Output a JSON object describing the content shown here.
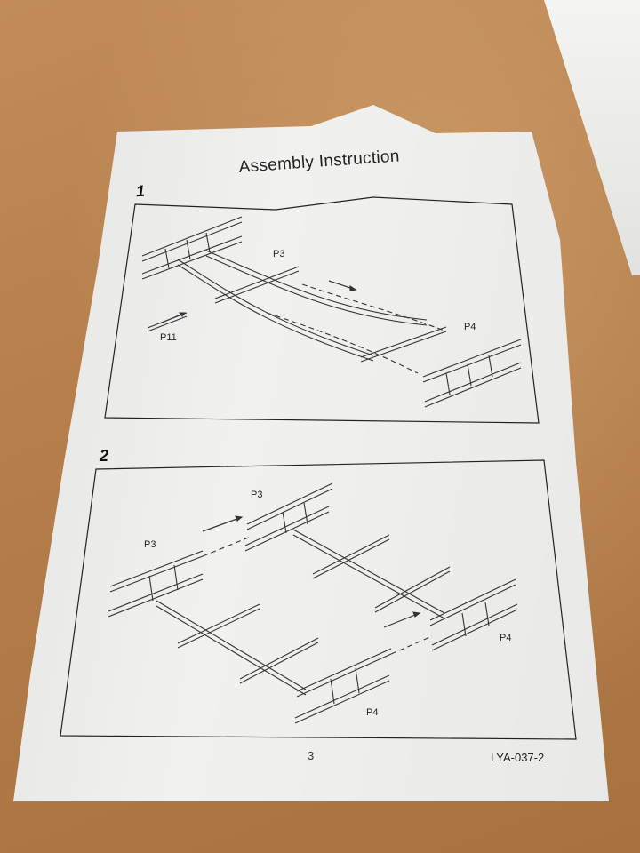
{
  "document": {
    "title": "Assembly Instruction",
    "page_number": "3",
    "doc_code": "LYA-037-2"
  },
  "step1": {
    "number": "1",
    "labels": {
      "top_part": "P3",
      "side_part": "P4",
      "cross_bar": "P11"
    }
  },
  "step2": {
    "number": "2",
    "labels": {
      "top_part": "P3",
      "left_part": "P3",
      "right_part": "P4",
      "bottom_part": "P4"
    }
  }
}
